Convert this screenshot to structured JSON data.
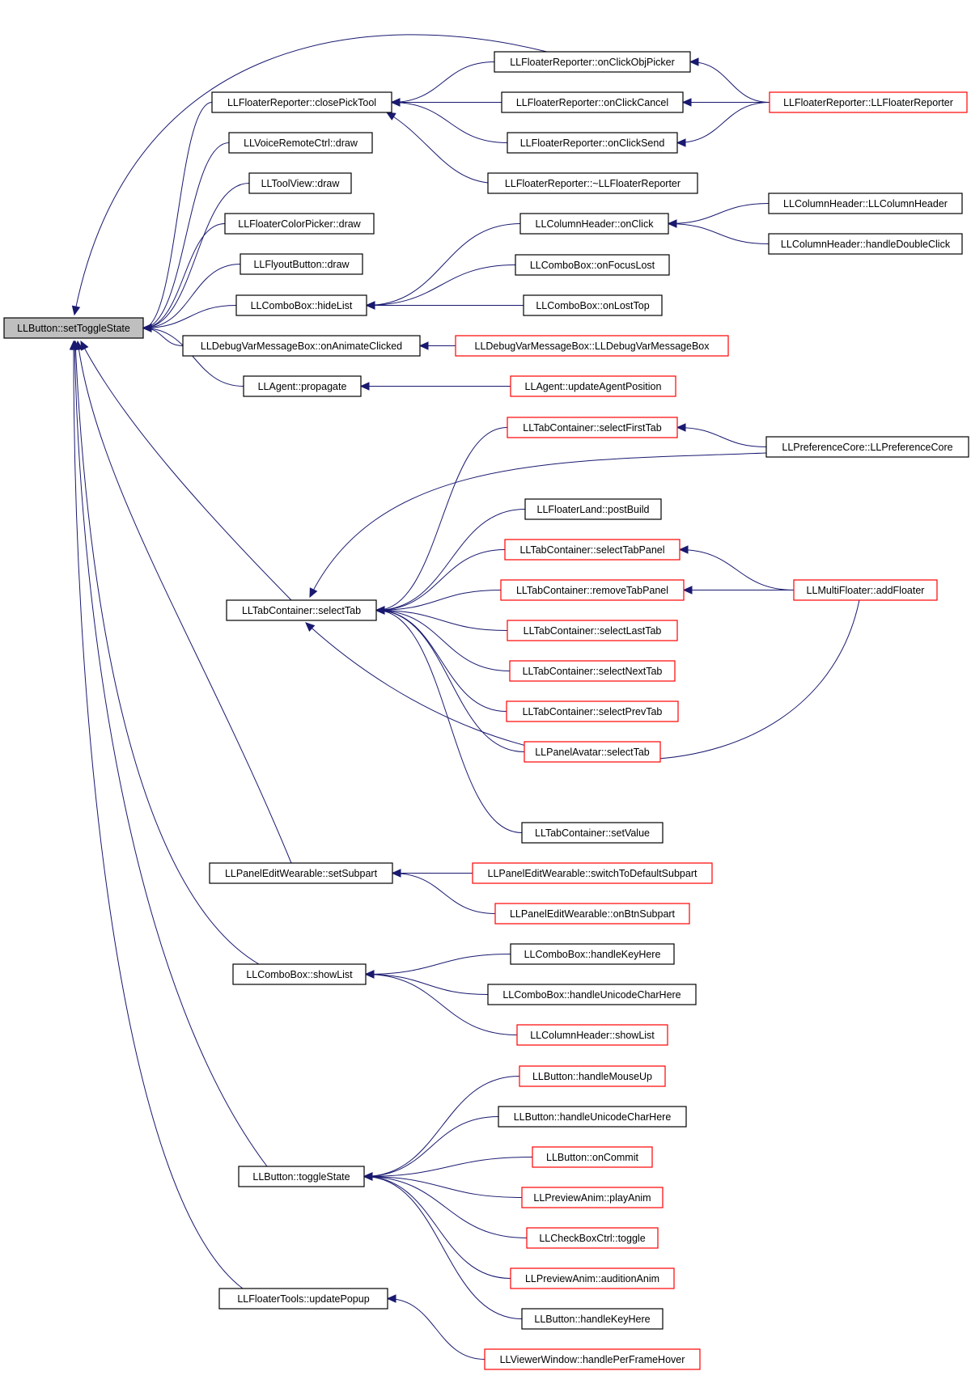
{
  "graph": {
    "colors": {
      "edge": "#191970",
      "root_fill": "#bfbfbf",
      "node_border": "#000000",
      "incomplete_border": "#ff0000"
    },
    "root": "n0",
    "nodes": [
      {
        "id": "n0",
        "label": "LLButton::setToggleState"
      },
      {
        "id": "n1",
        "label": "LLFloaterReporter::closePickTool"
      },
      {
        "id": "n2",
        "label": "LLVoiceRemoteCtrl::draw"
      },
      {
        "id": "n3",
        "label": "LLToolView::draw"
      },
      {
        "id": "n4",
        "label": "LLFloaterColorPicker::draw"
      },
      {
        "id": "n5",
        "label": "LLFlyoutButton::draw"
      },
      {
        "id": "n6",
        "label": "LLComboBox::hideList"
      },
      {
        "id": "n7",
        "label": "LLDebugVarMessageBox::onAnimateClicked"
      },
      {
        "id": "n8",
        "label": "LLAgent::propagate"
      },
      {
        "id": "n9",
        "label": "LLTabContainer::selectTab"
      },
      {
        "id": "n10",
        "label": "LLPanelEditWearable::setSubpart"
      },
      {
        "id": "n11",
        "label": "LLComboBox::showList"
      },
      {
        "id": "n12",
        "label": "LLButton::toggleState"
      },
      {
        "id": "n13",
        "label": "LLFloaterTools::updatePopup"
      },
      {
        "id": "n14",
        "label": "LLFloaterReporter::onClickObjPicker"
      },
      {
        "id": "n15",
        "label": "LLFloaterReporter::onClickCancel"
      },
      {
        "id": "n16",
        "label": "LLFloaterReporter::onClickSend"
      },
      {
        "id": "n17",
        "label": "LLFloaterReporter::~LLFloaterReporter"
      },
      {
        "id": "n18",
        "label": "LLFloaterReporter::LLFloaterReporter",
        "incomplete": true
      },
      {
        "id": "n19",
        "label": "LLColumnHeader::onClick"
      },
      {
        "id": "n20",
        "label": "LLComboBox::onFocusLost"
      },
      {
        "id": "n21",
        "label": "LLComboBox::onLostTop"
      },
      {
        "id": "n22",
        "label": "LLColumnHeader::LLColumnHeader"
      },
      {
        "id": "n23",
        "label": "LLColumnHeader::handleDoubleClick"
      },
      {
        "id": "n24",
        "label": "LLDebugVarMessageBox::LLDebugVarMessageBox",
        "incomplete": true
      },
      {
        "id": "n25",
        "label": "LLAgent::updateAgentPosition",
        "incomplete": true
      },
      {
        "id": "n26",
        "label": "LLTabContainer::selectFirstTab",
        "incomplete": true
      },
      {
        "id": "n27",
        "label": "LLFloaterLand::postBuild"
      },
      {
        "id": "n28",
        "label": "LLTabContainer::selectTabPanel",
        "incomplete": true
      },
      {
        "id": "n29",
        "label": "LLTabContainer::removeTabPanel",
        "incomplete": true
      },
      {
        "id": "n30",
        "label": "LLTabContainer::selectLastTab",
        "incomplete": true
      },
      {
        "id": "n31",
        "label": "LLTabContainer::selectNextTab",
        "incomplete": true
      },
      {
        "id": "n32",
        "label": "LLTabContainer::selectPrevTab",
        "incomplete": true
      },
      {
        "id": "n33",
        "label": "LLPanelAvatar::selectTab",
        "incomplete": true
      },
      {
        "id": "n34",
        "label": "LLTabContainer::setValue"
      },
      {
        "id": "n35",
        "label": "LLPreferenceCore::LLPreferenceCore"
      },
      {
        "id": "n36",
        "label": "LLMultiFloater::addFloater",
        "incomplete": true
      },
      {
        "id": "n37",
        "label": "LLPanelEditWearable::switchToDefaultSubpart",
        "incomplete": true
      },
      {
        "id": "n38",
        "label": "LLPanelEditWearable::onBtnSubpart",
        "incomplete": true
      },
      {
        "id": "n39",
        "label": "LLComboBox::handleKeyHere"
      },
      {
        "id": "n40",
        "label": "LLComboBox::handleUnicodeCharHere"
      },
      {
        "id": "n41",
        "label": "LLColumnHeader::showList",
        "incomplete": true
      },
      {
        "id": "n42",
        "label": "LLButton::handleMouseUp",
        "incomplete": true
      },
      {
        "id": "n43",
        "label": "LLButton::handleUnicodeCharHere"
      },
      {
        "id": "n44",
        "label": "LLButton::onCommit",
        "incomplete": true
      },
      {
        "id": "n45",
        "label": "LLPreviewAnim::playAnim",
        "incomplete": true
      },
      {
        "id": "n46",
        "label": "LLCheckBoxCtrl::toggle",
        "incomplete": true
      },
      {
        "id": "n47",
        "label": "LLPreviewAnim::auditionAnim",
        "incomplete": true
      },
      {
        "id": "n48",
        "label": "LLButton::handleKeyHere"
      },
      {
        "id": "n49",
        "label": "LLViewerWindow::handlePerFrameHover",
        "incomplete": true
      }
    ],
    "edges": [
      {
        "from": "n1",
        "to": "n0"
      },
      {
        "from": "n2",
        "to": "n0"
      },
      {
        "from": "n3",
        "to": "n0"
      },
      {
        "from": "n4",
        "to": "n0"
      },
      {
        "from": "n5",
        "to": "n0"
      },
      {
        "from": "n6",
        "to": "n0"
      },
      {
        "from": "n7",
        "to": "n0"
      },
      {
        "from": "n8",
        "to": "n0"
      },
      {
        "from": "n9",
        "to": "n0"
      },
      {
        "from": "n10",
        "to": "n0"
      },
      {
        "from": "n11",
        "to": "n0"
      },
      {
        "from": "n12",
        "to": "n0"
      },
      {
        "from": "n13",
        "to": "n0"
      },
      {
        "from": "n14",
        "to": "n0"
      },
      {
        "from": "n14",
        "to": "n1"
      },
      {
        "from": "n15",
        "to": "n1"
      },
      {
        "from": "n16",
        "to": "n1"
      },
      {
        "from": "n17",
        "to": "n1"
      },
      {
        "from": "n18",
        "to": "n14"
      },
      {
        "from": "n18",
        "to": "n15"
      },
      {
        "from": "n18",
        "to": "n16"
      },
      {
        "from": "n19",
        "to": "n6"
      },
      {
        "from": "n20",
        "to": "n6"
      },
      {
        "from": "n21",
        "to": "n6"
      },
      {
        "from": "n22",
        "to": "n19"
      },
      {
        "from": "n23",
        "to": "n19"
      },
      {
        "from": "n24",
        "to": "n7"
      },
      {
        "from": "n25",
        "to": "n8"
      },
      {
        "from": "n26",
        "to": "n9"
      },
      {
        "from": "n27",
        "to": "n9"
      },
      {
        "from": "n28",
        "to": "n9"
      },
      {
        "from": "n29",
        "to": "n9"
      },
      {
        "from": "n30",
        "to": "n9"
      },
      {
        "from": "n31",
        "to": "n9"
      },
      {
        "from": "n32",
        "to": "n9"
      },
      {
        "from": "n33",
        "to": "n9"
      },
      {
        "from": "n34",
        "to": "n9"
      },
      {
        "from": "n35",
        "to": "n9"
      },
      {
        "from": "n36",
        "to": "n9"
      },
      {
        "from": "n35",
        "to": "n26"
      },
      {
        "from": "n36",
        "to": "n28"
      },
      {
        "from": "n36",
        "to": "n29"
      },
      {
        "from": "n37",
        "to": "n10"
      },
      {
        "from": "n38",
        "to": "n10"
      },
      {
        "from": "n39",
        "to": "n11"
      },
      {
        "from": "n40",
        "to": "n11"
      },
      {
        "from": "n41",
        "to": "n11"
      },
      {
        "from": "n42",
        "to": "n12"
      },
      {
        "from": "n43",
        "to": "n12"
      },
      {
        "from": "n44",
        "to": "n12"
      },
      {
        "from": "n45",
        "to": "n12"
      },
      {
        "from": "n46",
        "to": "n12"
      },
      {
        "from": "n47",
        "to": "n12"
      },
      {
        "from": "n48",
        "to": "n12"
      },
      {
        "from": "n49",
        "to": "n13"
      }
    ]
  }
}
